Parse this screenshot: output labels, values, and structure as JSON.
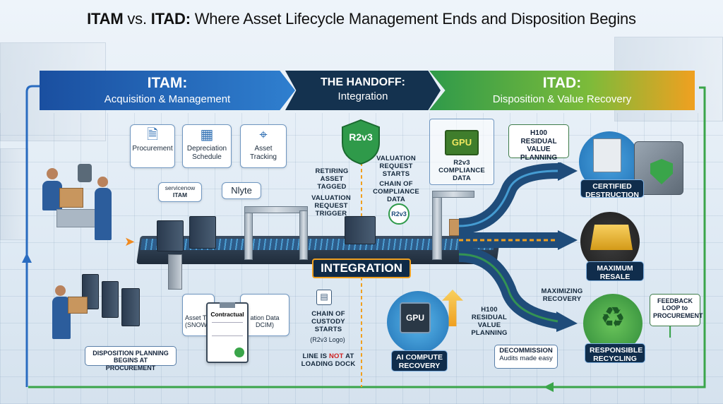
{
  "title": {
    "prefix_itam": "ITAM",
    "vs": " vs. ",
    "itad": "ITAD:",
    "rest": " Where Asset Lifecycle Management Ends and Disposition Begins"
  },
  "banners": {
    "itam": {
      "heading": "ITAM:",
      "sub": "Acquisition & Management"
    },
    "handoff": {
      "heading": "THE HANDOFF:",
      "sub": "Integration"
    },
    "itad": {
      "heading": "ITAD:",
      "sub": "Disposition & Value Recovery"
    }
  },
  "itam_cards": {
    "procurement": "Procurement",
    "depreciation": "Depreciation Schedule",
    "asset_tracking": "Asset Tracking",
    "servicenow": "servicenow",
    "servicenow_sub": "ITAM",
    "nlyte": "Nlyte",
    "asset_tracking_snow": "Asset Tra (SNOW",
    "validation_data": "ation Data DCIM)",
    "contract": "Contractual",
    "disposition_planning": "DISPOSITION PLANNING BEGINS AT PROCUREMENT"
  },
  "handoff": {
    "badge": "R2v3",
    "retiring": "RETIRING ASSET TAGGED",
    "valuation_trigger": "VALUATION REQUEST TRIGGER",
    "valuation_starts": "VALUATION REQUEST STARTS",
    "chain_compliance": "CHAIN OF COMPLIANCE DATA",
    "r2v3_small": "R2v3",
    "integration": "INTEGRATION",
    "chain_custody": "CHAIN OF CUSTODY STARTS",
    "r2v3_logo": "(R2v3 Logo)",
    "line_prefix": "LINE IS ",
    "line_not": "NOT",
    "line_suffix": " AT LOADING DOCK"
  },
  "itad": {
    "gpu": "GPU",
    "r2v3_compliance": "R2v3 COMPLIANCE DATA",
    "h100_top": "H100 RESIDUAL VALUE PLANNING",
    "certified": "CERTIFIED DESTRUCTION",
    "maximum_resale": "MAXIMUM RESALE",
    "maximizing": "MAXIMIZING RECOVERY",
    "h100_bottom": "H100 RESIDUAL VALUE PLANNING",
    "gpu_chip": "GPU",
    "ai_compute": "AI COMPUTE RECOVERY",
    "decommission": "DECOMMISSION",
    "audits": "Audits made easy",
    "recycling": "RESPONSIBLE RECYCLING",
    "feedback": "FEEDBACK LOOP to PROCUREMENT"
  },
  "colors": {
    "itam_blue": "#1a4fa0",
    "handoff_navy": "#14324f",
    "itad_green": "#2f9a4a",
    "itad_orange": "#f0a020",
    "loop_green": "#3aa54a",
    "loop_blue": "#2a6cc0"
  },
  "icons": [
    "document-icon",
    "calendar-icon",
    "map-pin-icon",
    "shield-badge-icon",
    "gpu-chip-icon",
    "shredder-icon",
    "safe-icon",
    "gold-bars-icon",
    "recycle-icon",
    "handheld-scanner-icon"
  ]
}
